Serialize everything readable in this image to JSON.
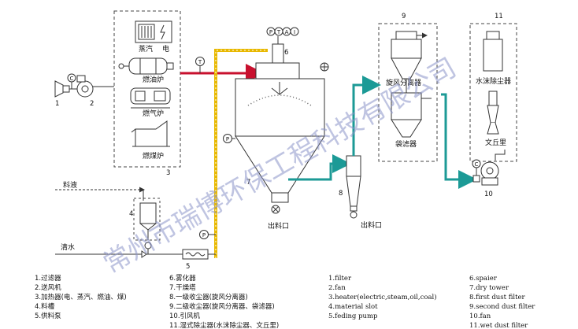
{
  "labels": {
    "steam": "蒸汽",
    "electric": "电",
    "oil_furnace": "燃油炉",
    "gas_furnace": "燃气炉",
    "coal_furnace": "燃煤炉",
    "cyclone_separator": "旋风分离器",
    "bag_filter": "袋滤器",
    "water_mist_collector": "水沫除尘器",
    "venturi": "文丘里",
    "liquid_feed": "料液",
    "clean_water": "清水",
    "outlet_tower": "出料口",
    "outlet_cyclone": "出料口"
  },
  "instruments": {
    "c1": "C",
    "t1": "T",
    "p_tower": "P",
    "p_pump": "P",
    "c_fan": "C",
    "top_p": "P",
    "top_t": "T",
    "top_a": "A",
    "top_i": "I"
  },
  "numbers": {
    "n1": "1",
    "n2": "2",
    "n3": "3",
    "n4": "4",
    "n5": "5",
    "n6": "6",
    "n7": "7",
    "n8": "8",
    "n9": "9",
    "n10": "10",
    "n11": "11"
  },
  "legend_cn_left": [
    "1.过滤器",
    "2.送风机",
    "3.加热器(电、蒸汽、燃油、煤)",
    "4.料槽",
    "5.供料泵"
  ],
  "legend_cn_right": [
    "6.雾化器",
    "7.干燥塔",
    "8.一级收尘器(旋风分离器)",
    "9.二级收尘器(旋风分离器、袋滤器)",
    "10.引风机",
    "11.湿式除尘器(水沫除尘器、文丘里)"
  ],
  "legend_en_left": [
    "1.filter",
    "2.fan",
    "3.heater(electric,steam,oil,coal)",
    "4.material slot",
    "5.feding pump"
  ],
  "legend_en_right": [
    "6.spaier",
    "7.dry tower",
    "8.first dust filter",
    "9.second dust filter",
    "10.fan",
    "11.wet dust filter"
  ],
  "watermark": "常州市瑞博环保工程科技有限公司",
  "colors": {
    "hot_air": "#c8102e",
    "feed": "#e8b800",
    "exhaust": "#1c9a96",
    "watermark": "#8a93c8"
  }
}
